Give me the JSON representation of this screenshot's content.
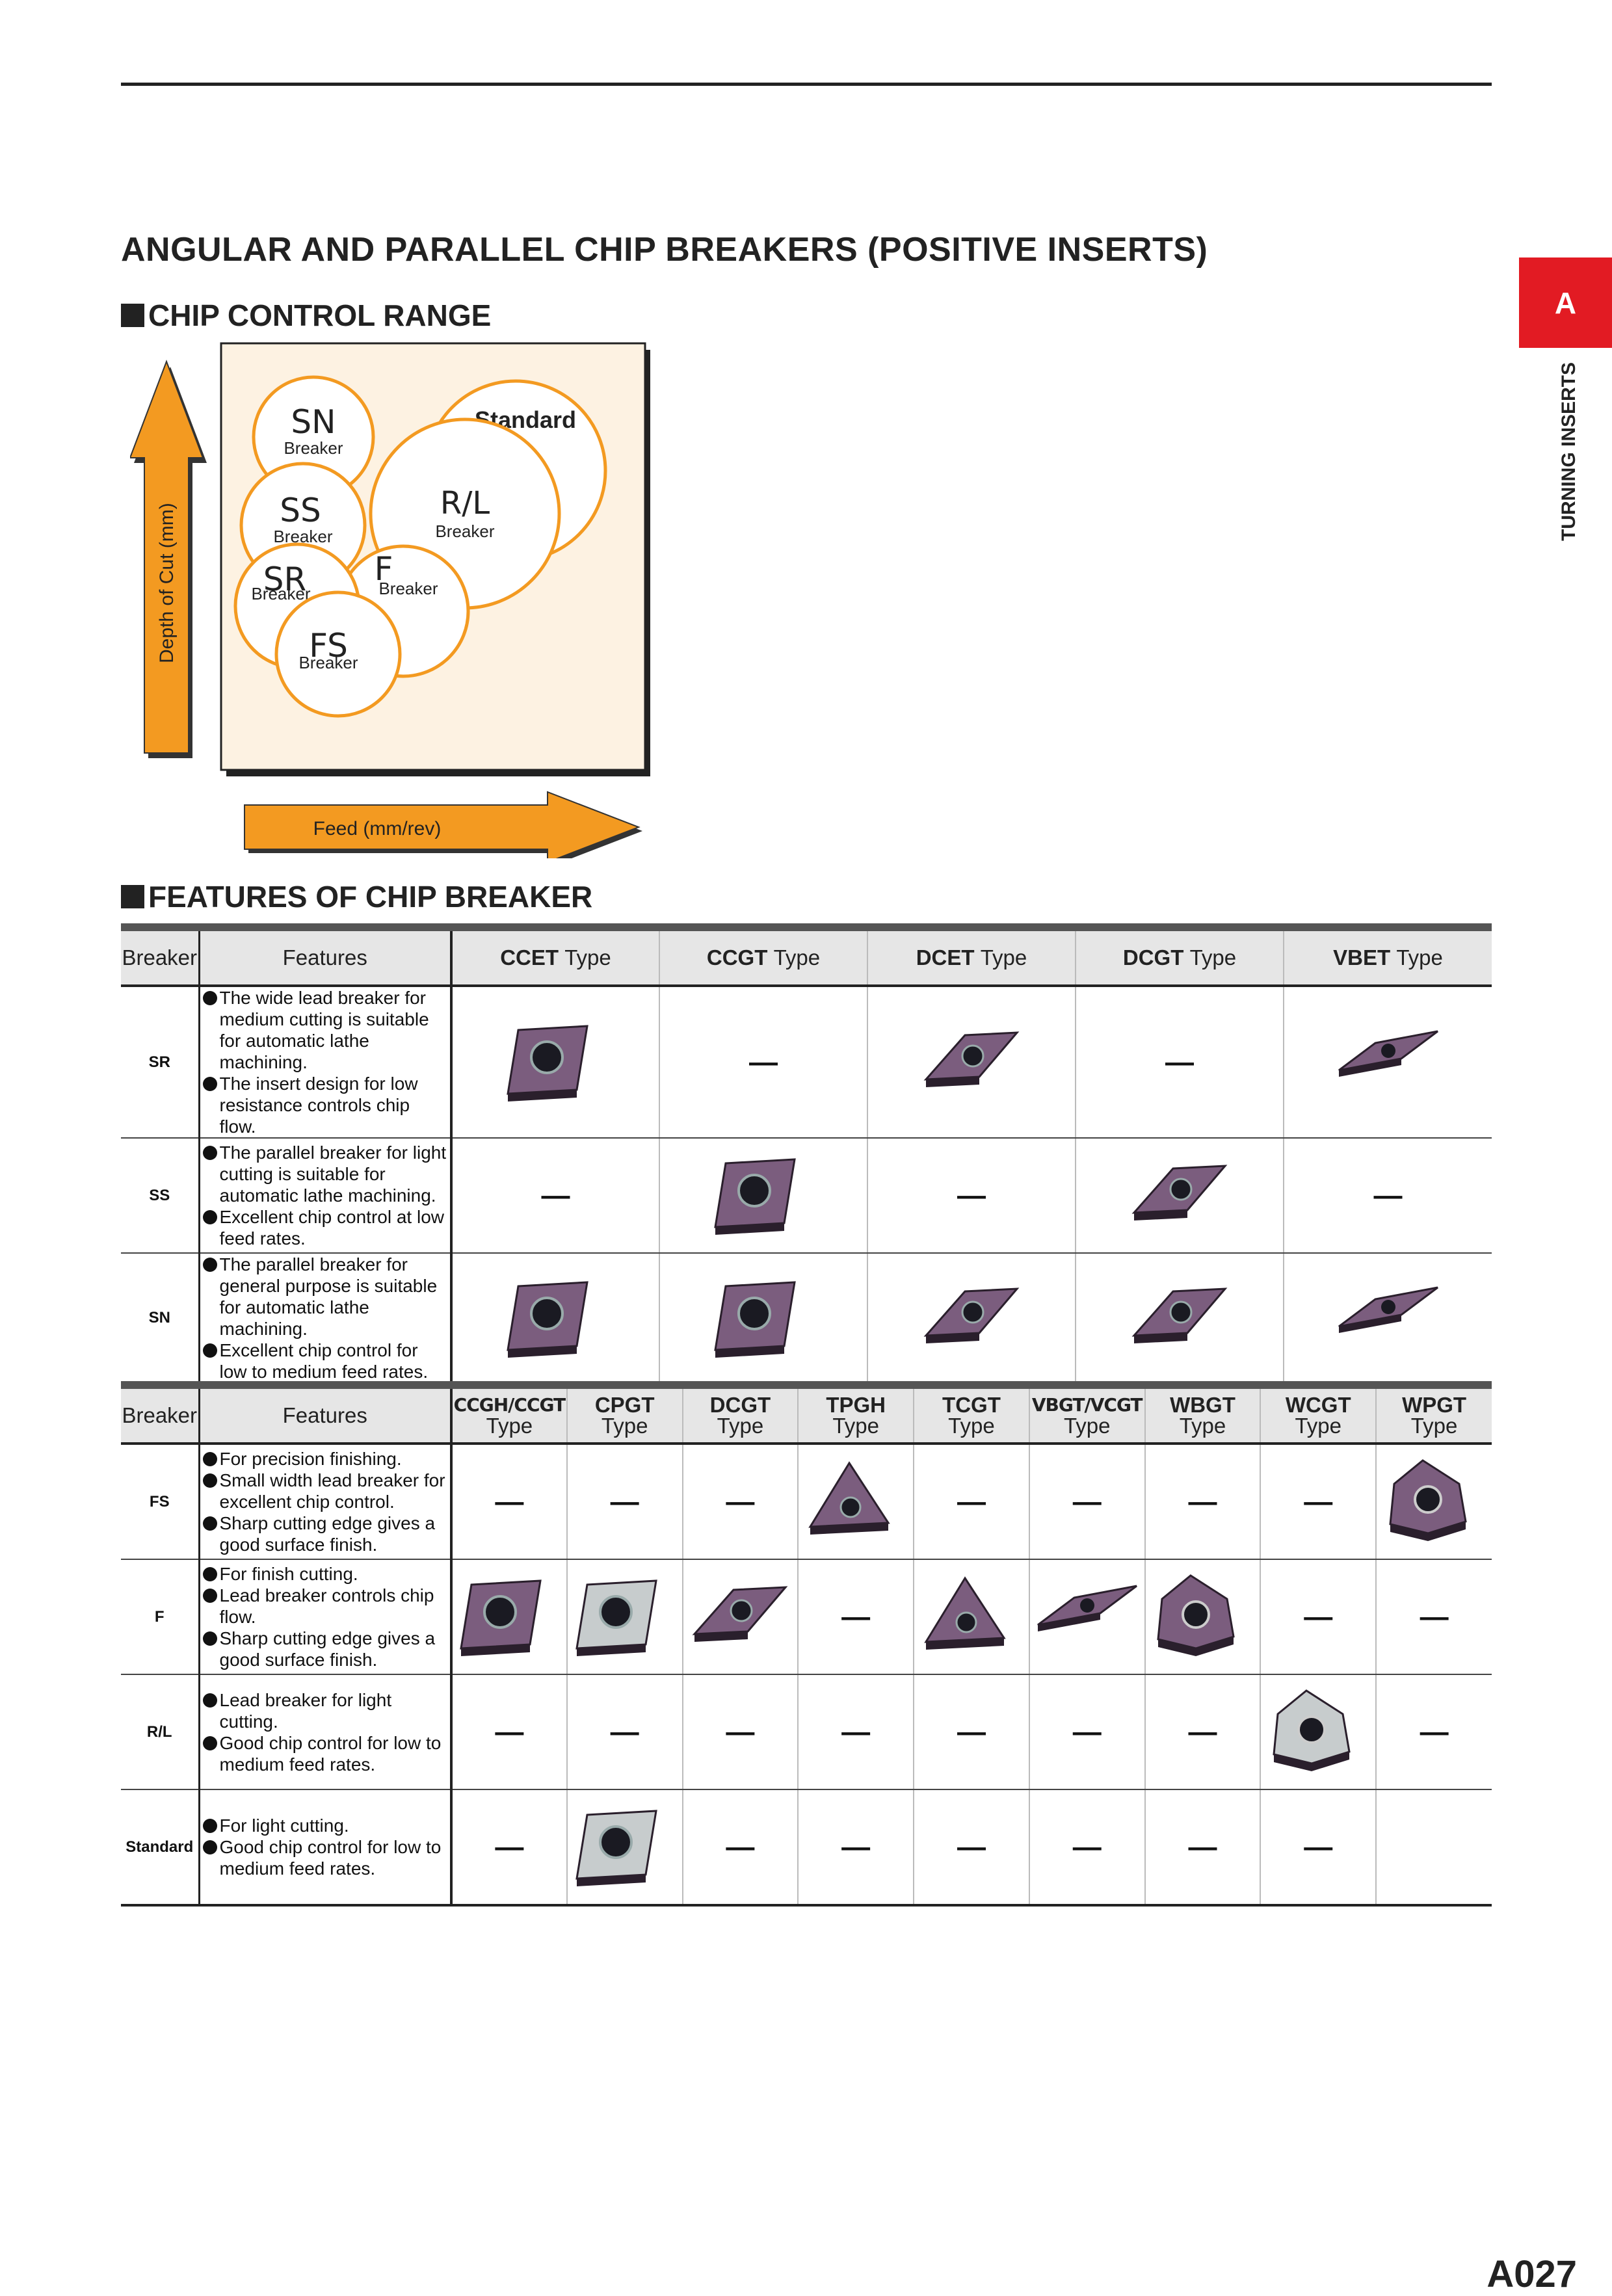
{
  "page": {
    "title": "ANGULAR AND PARALLEL CHIP BREAKERS (POSITIVE INSERTS)",
    "section_chip_control": "CHIP CONTROL RANGE",
    "section_features": "FEATURES OF CHIP BREAKER",
    "side_tab": "A",
    "side_label": "TURNING INSERTS",
    "page_number": "A027"
  },
  "diagram": {
    "y_axis_label": "Depth of Cut (mm)",
    "x_axis_label": "Feed (mm/rev)",
    "standard_label": "Standard",
    "breaker_word": "Breaker",
    "circles": [
      {
        "name": "SN"
      },
      {
        "name": "SS"
      },
      {
        "name": "R/L"
      },
      {
        "name": "SR"
      },
      {
        "name": "F"
      },
      {
        "name": "FS"
      }
    ],
    "colors": {
      "orange": "#f39a21",
      "fill": "#fdf2e2",
      "circle_fill": "#ffffff"
    }
  },
  "table1": {
    "headers": {
      "breaker": "Breaker",
      "features": "Features"
    },
    "type_word": "Type",
    "columns": [
      "CCET",
      "CCGT",
      "DCET",
      "DCGT",
      "VBET"
    ],
    "rows": [
      {
        "breaker": "SR",
        "features": [
          "The wide lead breaker for medium cutting is suitable for automatic lathe machining.",
          "The insert design for low resistance controls chip flow."
        ],
        "cells": [
          "img",
          "—",
          "img",
          "—",
          "img"
        ]
      },
      {
        "breaker": "SS",
        "features": [
          "The parallel breaker for light cutting is suitable for automatic lathe machining.",
          "Excellent chip control at low feed rates."
        ],
        "cells": [
          "—",
          "img",
          "—",
          "img",
          "—"
        ]
      },
      {
        "breaker": "SN",
        "features": [
          "The parallel breaker for general purpose is suitable for automatic lathe machining.",
          "Excellent chip control for low to medium feed rates."
        ],
        "cells": [
          "img",
          "img",
          "img",
          "img",
          "img"
        ]
      }
    ]
  },
  "table2": {
    "headers": {
      "breaker": "Breaker",
      "features": "Features"
    },
    "type_word": "Type",
    "columns": [
      "CCGH/CCGT",
      "CPGT",
      "DCGT",
      "TPGH",
      "TCGT",
      "VBGT/VCGT",
      "WBGT",
      "WCGT",
      "WPGT"
    ],
    "rows": [
      {
        "breaker": "FS",
        "features": [
          "For precision finishing.",
          "Small width lead breaker for excellent chip control.",
          "Sharp cutting edge gives a good surface finish."
        ],
        "cells": [
          "—",
          "—",
          "—",
          "img",
          "—",
          "—",
          "—",
          "—",
          "img"
        ]
      },
      {
        "breaker": "F",
        "features": [
          "For finish cutting.",
          "Lead breaker controls chip flow.",
          "Sharp cutting edge gives a good surface finish."
        ],
        "cells": [
          "img",
          "img",
          "img",
          "—",
          "img",
          "img",
          "img",
          "—",
          "—"
        ]
      },
      {
        "breaker": "R/L",
        "features": [
          "Lead breaker for light cutting.",
          "Good chip control for low to medium feed rates."
        ],
        "cells": [
          "—",
          "—",
          "—",
          "—",
          "—",
          "—",
          "—",
          "img",
          "—"
        ]
      },
      {
        "breaker": "Standard",
        "features": [
          "For light cutting.",
          "Good chip control for low to medium feed rates."
        ],
        "cells": [
          "—",
          "img",
          "—",
          "—",
          "—",
          "—",
          "—",
          "—",
          ""
        ]
      }
    ]
  }
}
